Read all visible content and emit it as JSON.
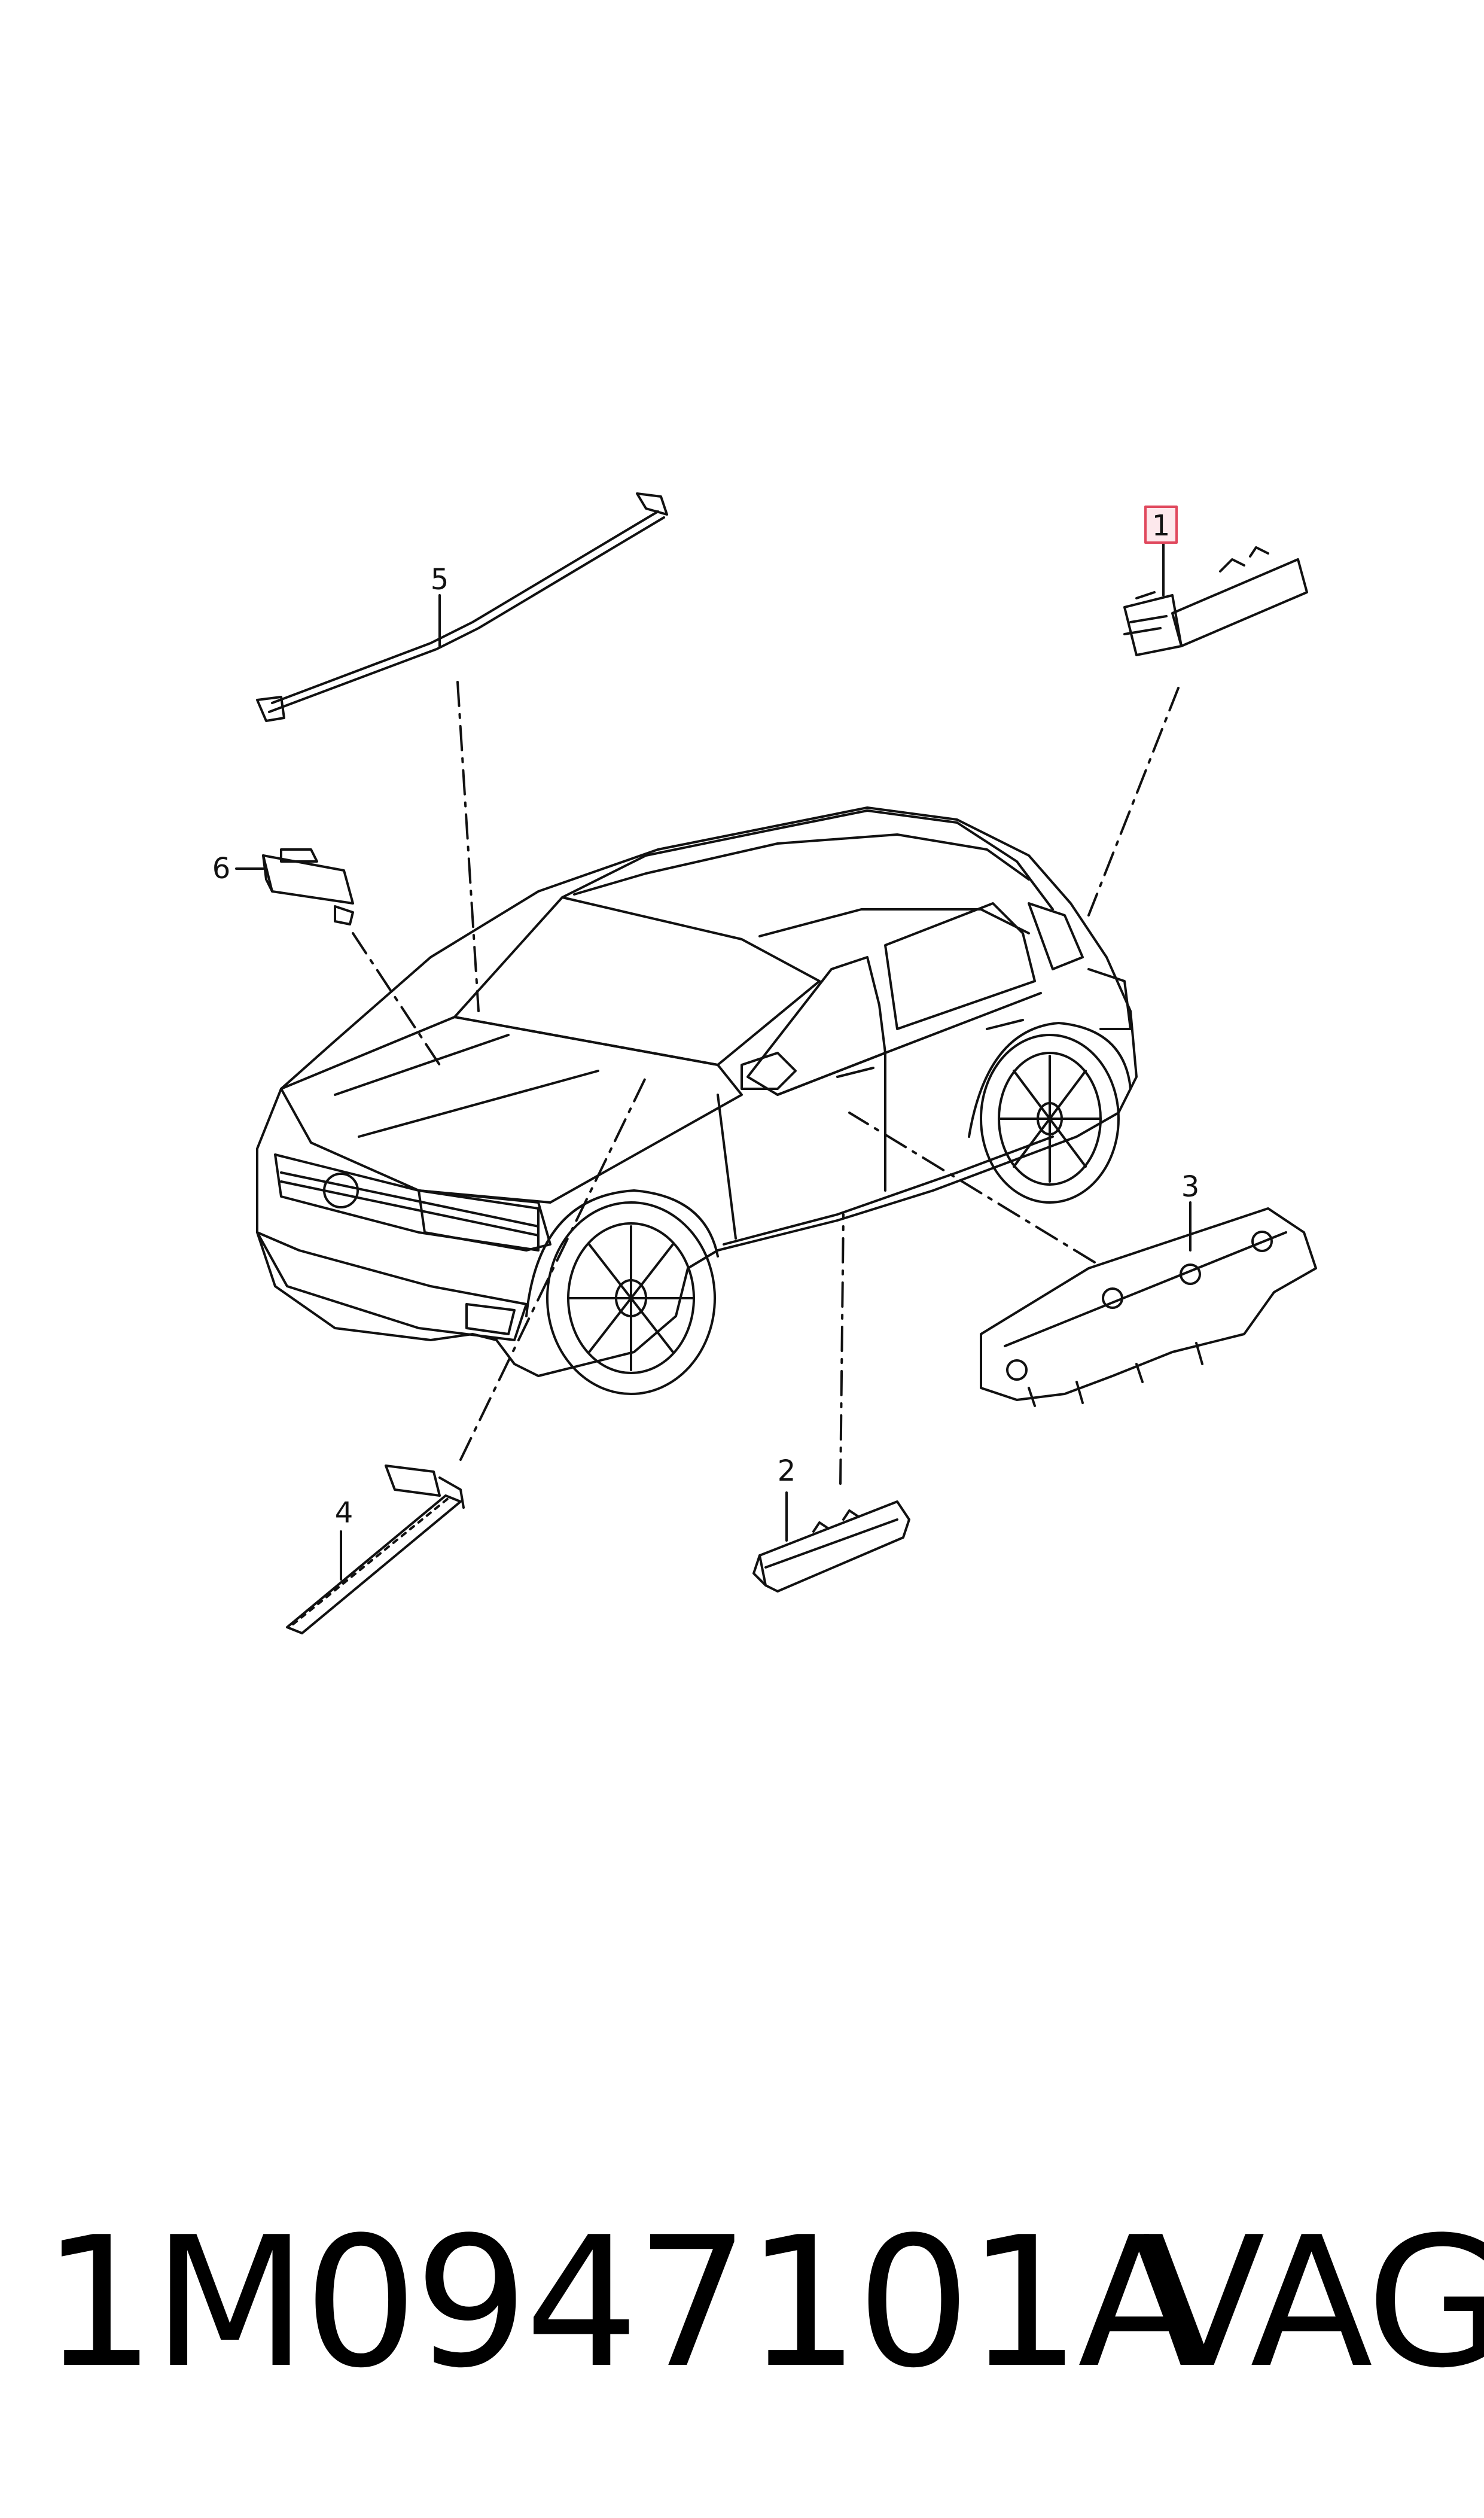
{
  "callouts": {
    "c1": "1",
    "c2": "2",
    "c3": "3",
    "c4": "4",
    "c5": "5",
    "c6": "6"
  },
  "highlighted_callout": "1",
  "highlight_color": "#e0485d",
  "footer": {
    "part_number": "1M0947101A",
    "brand": "VAG"
  }
}
